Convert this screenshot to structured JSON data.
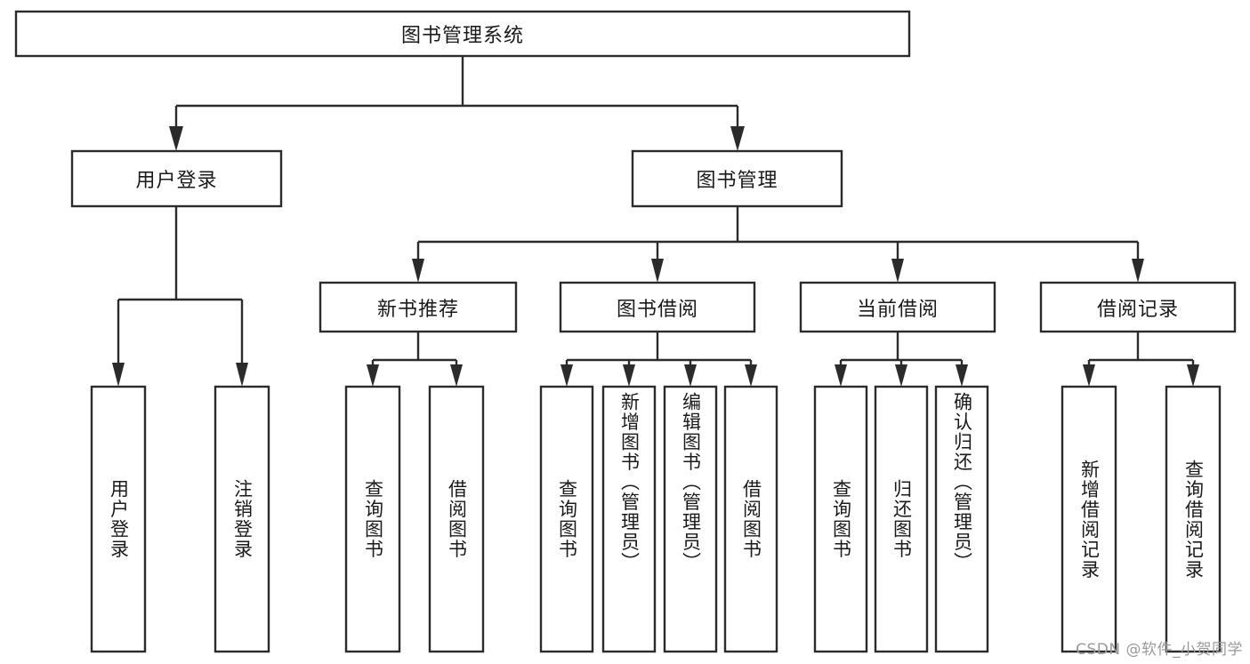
{
  "diagram": {
    "kind": "functional-structure-tree",
    "title": "图书管理系统",
    "colors": {
      "stroke": "#2b2b2b",
      "fill": "#ffffff",
      "text": "#1a1a1a",
      "background": "#ffffff",
      "watermark": "#9a9a9a"
    },
    "root": {
      "label": "图书管理系统"
    },
    "level2": [
      {
        "label": "用户登录"
      },
      {
        "label": "图书管理"
      }
    ],
    "level3": [
      {
        "label": "新书推荐"
      },
      {
        "label": "图书借阅"
      },
      {
        "label": "当前借阅"
      },
      {
        "label": "借阅记录"
      }
    ],
    "leaves": {
      "user_login": [
        {
          "label": "用户登录"
        },
        {
          "label": "注销登录"
        }
      ],
      "new_book_recommend": [
        {
          "label": "查询图书"
        },
        {
          "label": "借阅图书"
        }
      ],
      "book_borrow": [
        {
          "label": "查询图书"
        },
        {
          "label": "新增图书（管理员）"
        },
        {
          "label": "编辑图书（管理员）"
        },
        {
          "label": "借阅图书"
        }
      ],
      "current_borrow": [
        {
          "label": "查询图书"
        },
        {
          "label": "归还图书"
        },
        {
          "label": "确认归还（管理员）"
        }
      ],
      "borrow_record": [
        {
          "label": "新增借阅记录"
        },
        {
          "label": "查询借阅记录"
        }
      ]
    }
  },
  "watermark": {
    "text": "CSDN @软件_小贺同学"
  }
}
